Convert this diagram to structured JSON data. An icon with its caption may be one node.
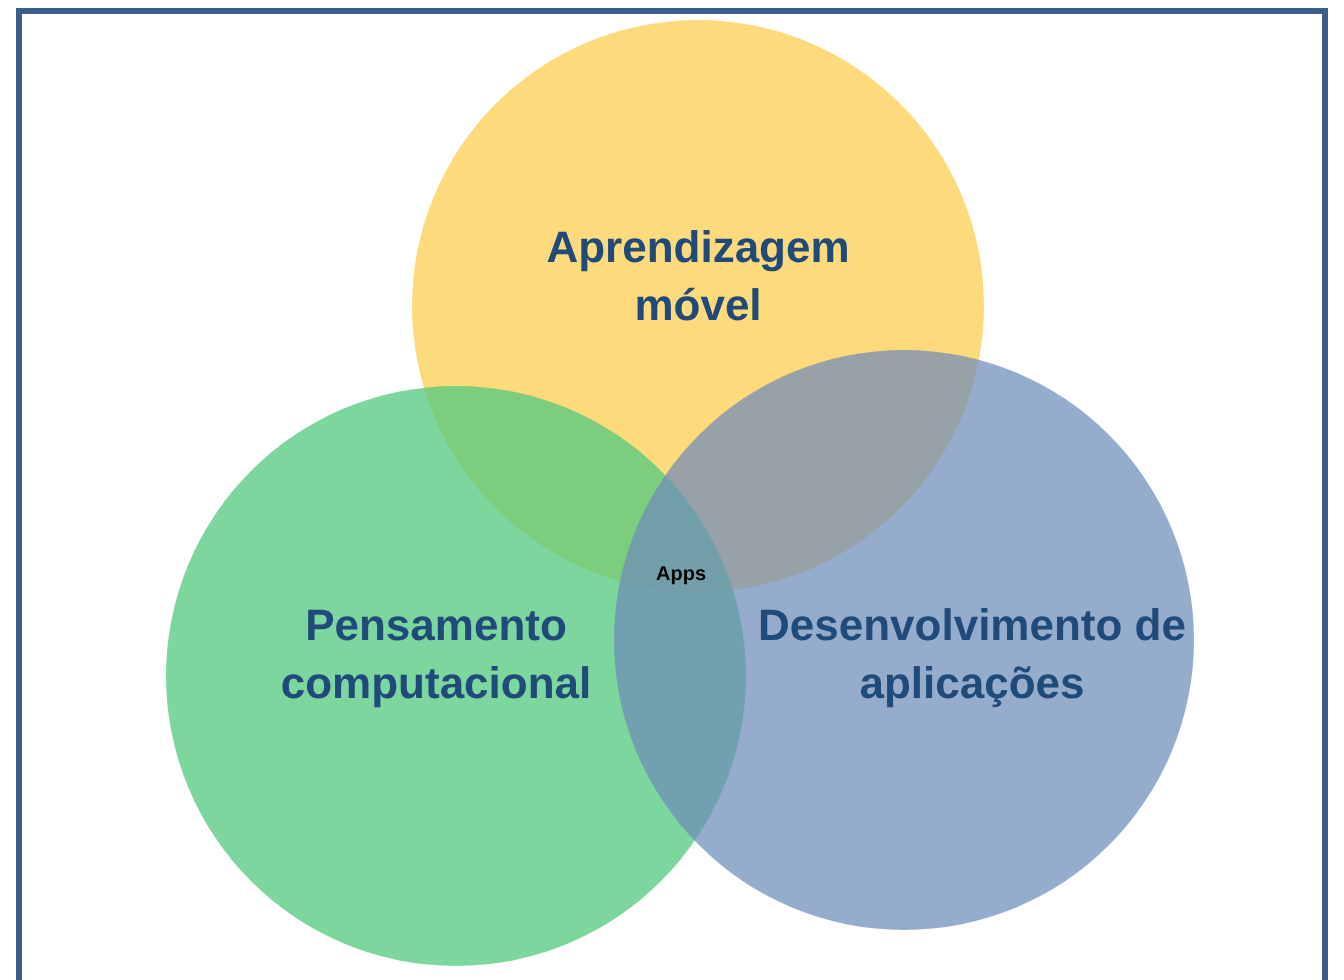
{
  "diagram": {
    "nodes": [
      {
        "text": [
          "Aprendizagem móvel"
        ]
      },
      {
        "text": [
          "Pensamento computacional"
        ]
      },
      {
        "text": [
          "Desenvolvimento de aplicações"
        ]
      }
    ],
    "labels": [
      "Apps"
    ]
  }
}
